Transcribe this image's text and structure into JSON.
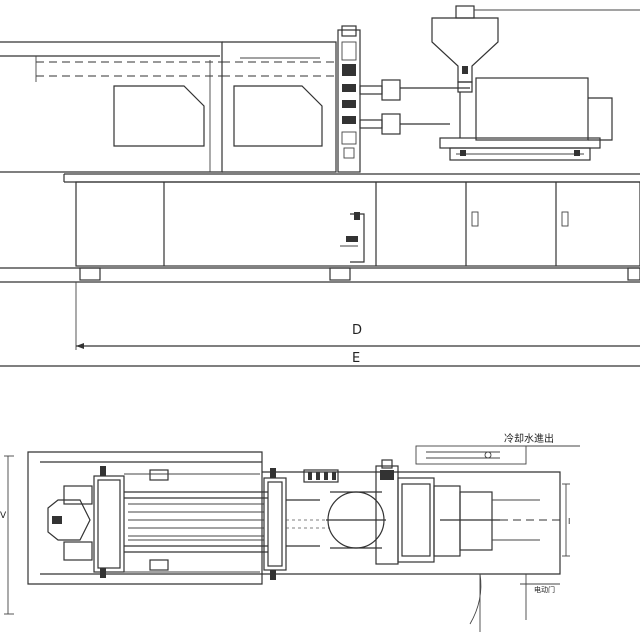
{
  "side_view": {
    "dimension_d_label": "D",
    "dimension_e_label": "E"
  },
  "top_view": {
    "cooling_water_label": "冷却水進出",
    "left_dimension_label": "V",
    "right_small_label": "I",
    "bottom_note_label": "电动门"
  }
}
